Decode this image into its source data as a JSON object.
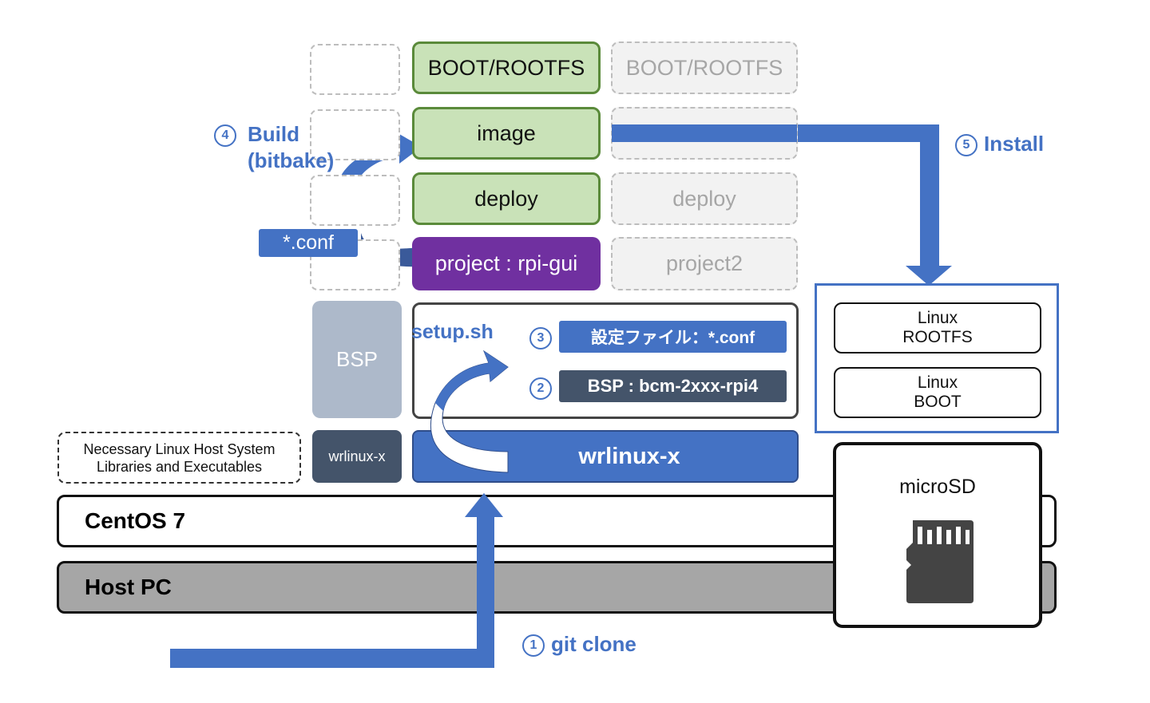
{
  "layers": {
    "boot_rootfs_1": "BOOT/ROOTFS",
    "boot_rootfs_2": "BOOT/ROOTFS",
    "image": "image",
    "deploy_1": "deploy",
    "deploy_2": "deploy",
    "project_1": "project : rpi-gui",
    "project_2": "project2",
    "conf": "*.conf",
    "bsp": "BSP",
    "wrlinux_small": "wrlinux-x",
    "wrlinux_main": "wrlinux-x",
    "host_libs": "Necessary Linux Host System Libraries and Executables"
  },
  "setup": {
    "title": "setup.sh",
    "step3_marker": "3",
    "step3_label": "設定ファイル：*.conf",
    "step2_marker": "2",
    "step2_label": "BSP : bcm-2xxx-rpi4"
  },
  "steps": {
    "build_marker": "4",
    "build_line1": "Build",
    "build_line2": "(bitbake)",
    "install_marker": "5",
    "install_label": "Install",
    "clone_marker": "1",
    "clone_label": "git clone"
  },
  "platform": {
    "centos": "CentOS 7",
    "host_pc": "Host PC"
  },
  "target": {
    "rootfs_line1": "Linux",
    "rootfs_line2": "ROOTFS",
    "boot_line1": "Linux",
    "boot_line2": "BOOT",
    "microsd": "microSD"
  },
  "colors": {
    "arrow_blue": "#4472c4",
    "green_fill": "#c9e2b8",
    "purple": "#7030a0",
    "dark_slate": "#44546a",
    "host_grey": "#a6a6a6"
  }
}
